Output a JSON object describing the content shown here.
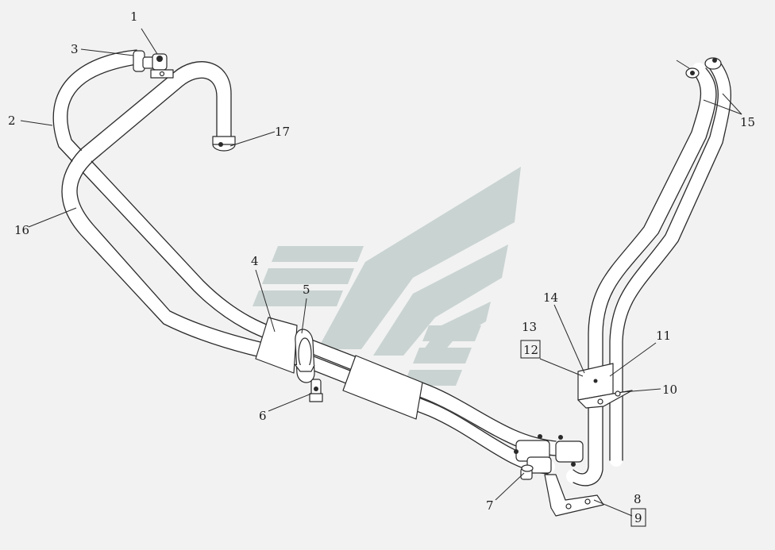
{
  "diagram": {
    "callouts": [
      {
        "id": "c1",
        "label": "1"
      },
      {
        "id": "c2",
        "label": "2"
      },
      {
        "id": "c3",
        "label": "3"
      },
      {
        "id": "c4",
        "label": "4"
      },
      {
        "id": "c5",
        "label": "5"
      },
      {
        "id": "c6",
        "label": "6"
      },
      {
        "id": "c7",
        "label": "7"
      },
      {
        "id": "c8",
        "label": "8"
      },
      {
        "id": "c9",
        "label": "9"
      },
      {
        "id": "c10",
        "label": "10"
      },
      {
        "id": "c11",
        "label": "11"
      },
      {
        "id": "c12",
        "label": "12"
      },
      {
        "id": "c13",
        "label": "13"
      },
      {
        "id": "c14",
        "label": "14"
      },
      {
        "id": "c15",
        "label": "15"
      },
      {
        "id": "c16",
        "label": "16"
      },
      {
        "id": "c17",
        "label": "17"
      }
    ],
    "colors": {
      "background": "#f2f2f2",
      "line": "#2a2a2a",
      "watermark": "#c9d3d2"
    }
  }
}
